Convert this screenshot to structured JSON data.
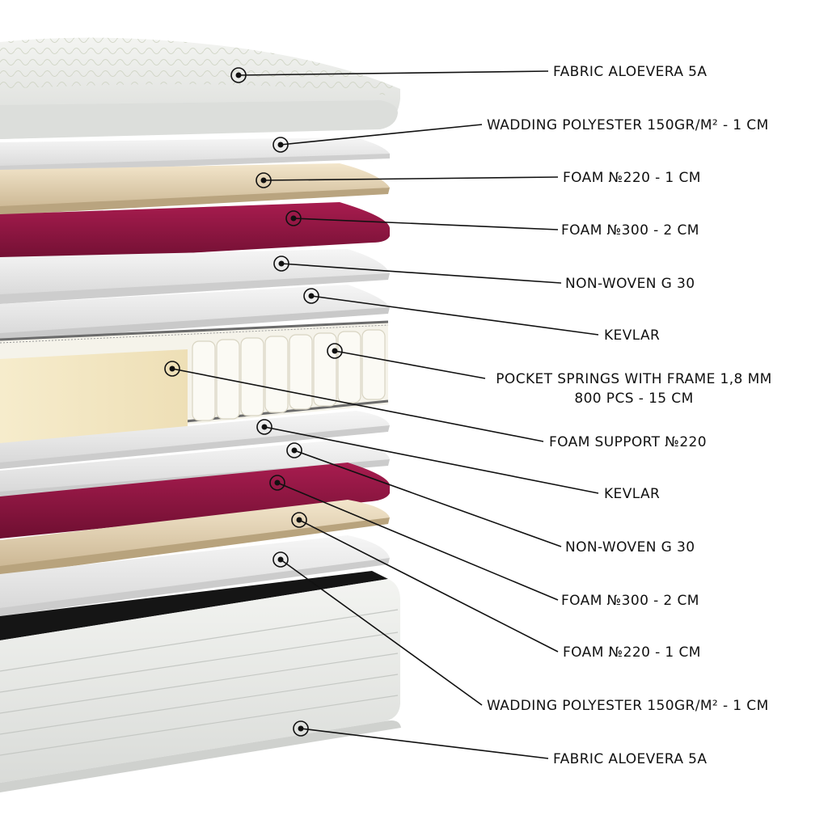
{
  "diagram": {
    "layers": [
      {
        "label": "FABRIC ALOEVERA 5A"
      },
      {
        "label": "WADDING POLYESTER 150GR/M² - 1 CM"
      },
      {
        "label": "FOAM №220 - 1 CM"
      },
      {
        "label": "FOAM №300 - 2 CM"
      },
      {
        "label": "NON-WOVEN G 30"
      },
      {
        "label": "KEVLAR"
      },
      {
        "label": "POCKET SPRINGS WITH FRAME 1,8 MM",
        "label2": "800 PCS - 15 CM"
      },
      {
        "label": "FOAM SUPPORT №220"
      },
      {
        "label": "KEVLAR"
      },
      {
        "label": "NON-WOVEN G 30"
      },
      {
        "label": "FOAM №300 - 2 CM"
      },
      {
        "label": "FOAM №220 - 1 CM"
      },
      {
        "label": "WADDING POLYESTER 150GR/M² - 1 CM"
      },
      {
        "label": "FABRIC ALOEVERA 5A"
      }
    ],
    "colors": {
      "fabric": "#e9ebe9",
      "wadding": "#ececec",
      "foam_220": "#ecdcc0",
      "foam_300": "#8e1640",
      "non_woven": "#e2e2e2",
      "kevlar": "#dcdcdc",
      "springs": "#f4f1e4",
      "foam_support": "#f3e7c6",
      "leader": "#111111"
    }
  }
}
